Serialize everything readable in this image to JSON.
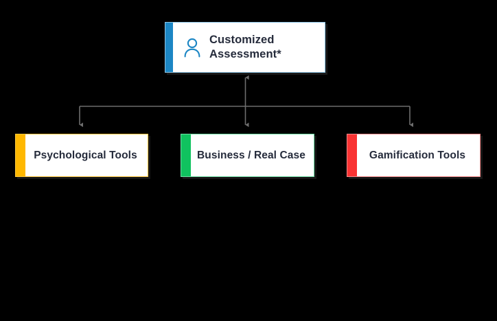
{
  "diagram": {
    "title_node": {
      "label": "Customized Assessment*",
      "line1": "Customized",
      "line2": "Assessment*",
      "icon": "person-icon",
      "accent_color": "#1C86C4",
      "border_color": "#8FC7E8"
    },
    "children": [
      {
        "label": "Psychological Tools",
        "accent_color": "#FFB800",
        "border_color": "#FFC83D"
      },
      {
        "label": "Business / Real Case",
        "accent_color": "#10C25F",
        "border_color": "#6FE0A6"
      },
      {
        "label": "Gamification Tools",
        "accent_color": "#F93333",
        "border_color": "#F98B8B"
      }
    ],
    "connector_color": "#6E6E6E",
    "background_color": "#000000",
    "text_color": "#252B3B"
  }
}
